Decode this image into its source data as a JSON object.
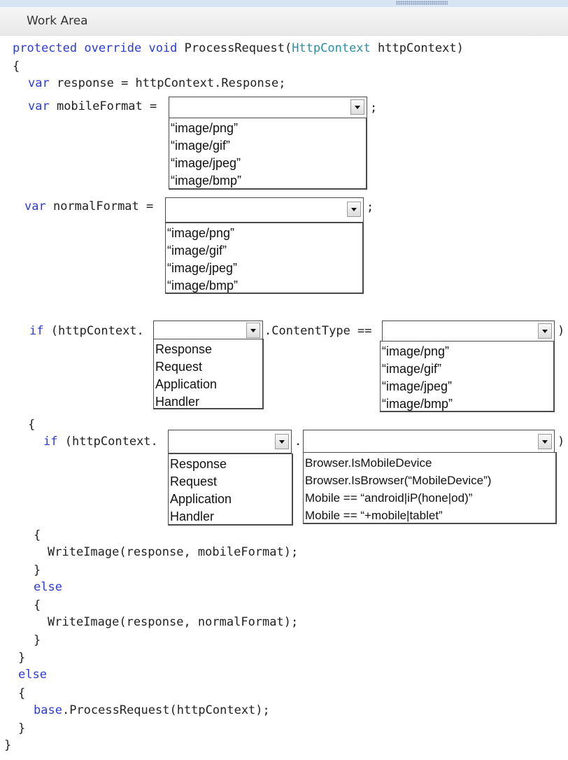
{
  "window": {
    "title": "Work Area"
  },
  "code": {
    "l_sig_kw": "protected override void",
    "l_sig_method": "ProcessRequest(",
    "l_sig_type": "HttpContext",
    "l_sig_param": " httpContext)",
    "open_brace": "{",
    "close_brace": "}",
    "var_kw": "var",
    "response_assign": " response = httpContext.Response;",
    "mobile_assign": " mobileFormat =",
    "normal_assign": " normalFormat =",
    "semicolon": ";",
    "if_kw": "if",
    "if_httpcontext": " (httpContext.",
    "content_type": ".ContentType ==",
    "close_paren": ")",
    "dot": ".",
    "write_mobile": "WriteImage(response, mobileFormat);",
    "else_kw": "else",
    "write_normal": "WriteImage(response, normalFormat);",
    "base_kw": "base",
    "base_call": ".ProcessRequest(httpContext);"
  },
  "lists": {
    "formats": [
      "“image/png”",
      "“image/gif”",
      "“image/jpeg”",
      "“image/bmp”"
    ],
    "context_members": [
      "Response",
      "Request",
      "Application",
      "Handler"
    ],
    "browser_checks": [
      "Browser.IsMobileDevice",
      "Browser.IsBrowser(“MobileDevice”)",
      "Mobile == “android|iP(hone|od)”",
      "Mobile == “+mobile|tablet”"
    ]
  }
}
